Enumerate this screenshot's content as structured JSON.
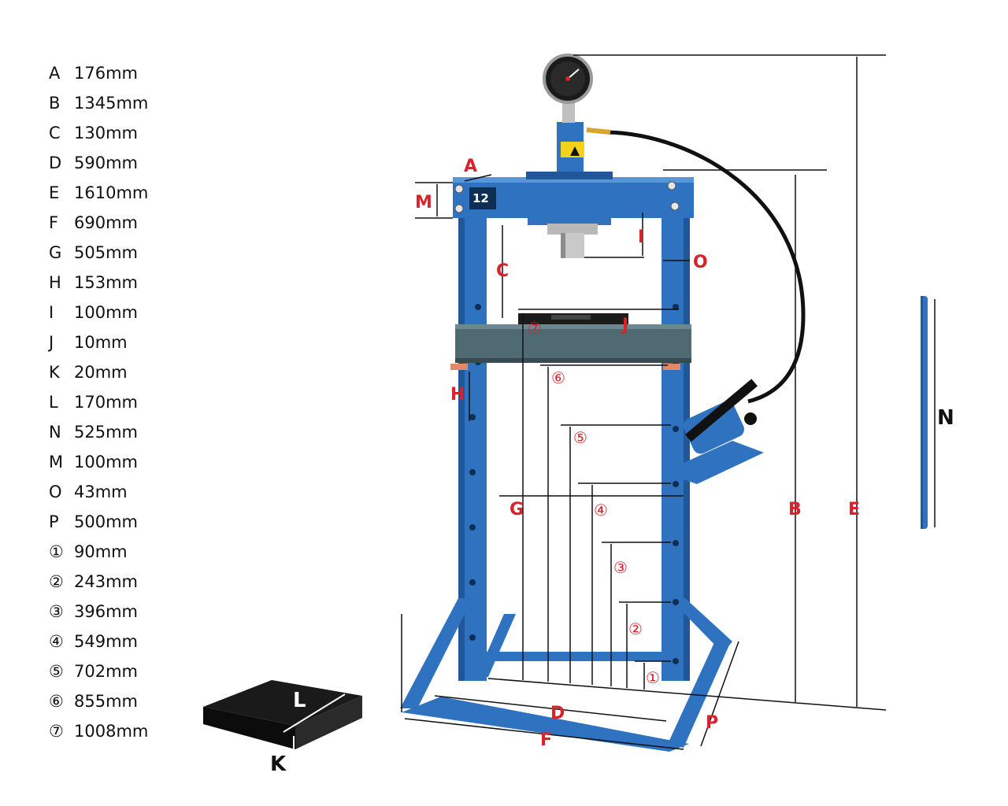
{
  "specs": [
    {
      "key": "A",
      "value": "176mm"
    },
    {
      "key": "B",
      "value": "1345mm"
    },
    {
      "key": "C",
      "value": "130mm"
    },
    {
      "key": "D",
      "value": "590mm"
    },
    {
      "key": "E",
      "value": "1610mm"
    },
    {
      "key": "F",
      "value": "690mm"
    },
    {
      "key": "G",
      "value": "505mm"
    },
    {
      "key": "H",
      "value": "153mm"
    },
    {
      "key": "I",
      "value": "100mm"
    },
    {
      "key": "J",
      "value": "10mm"
    },
    {
      "key": "K",
      "value": "20mm"
    },
    {
      "key": "L",
      "value": "170mm"
    },
    {
      "key": "N",
      "value": "525mm"
    },
    {
      "key": "M",
      "value": "100mm"
    },
    {
      "key": "O",
      "value": "43mm"
    },
    {
      "key": "P",
      "value": "500mm"
    },
    {
      "key": "①",
      "value": "90mm"
    },
    {
      "key": "②",
      "value": "243mm"
    },
    {
      "key": "③",
      "value": "396mm"
    },
    {
      "key": "④",
      "value": "549mm"
    },
    {
      "key": "⑤",
      "value": "702mm"
    },
    {
      "key": "⑥",
      "value": "855mm"
    },
    {
      "key": "⑦",
      "value": "1008mm"
    }
  ],
  "labels": {
    "A": "A",
    "B": "B",
    "C": "C",
    "D": "D",
    "E": "E",
    "F": "F",
    "G": "G",
    "H": "H",
    "I": "I",
    "J": "J",
    "K": "K",
    "L": "L",
    "M": "M",
    "N": "N",
    "O": "O",
    "P": "P",
    "c1": "①",
    "c2": "②",
    "c3": "③",
    "c4": "④",
    "c5": "⑤",
    "c6": "⑥",
    "c7": "⑦"
  },
  "badge": "12",
  "colors": {
    "frame": "#2f73c0",
    "frame_dark": "#1f5799",
    "bed": "#4f6a73",
    "dimension": "#d8232a",
    "line": "#111111"
  }
}
